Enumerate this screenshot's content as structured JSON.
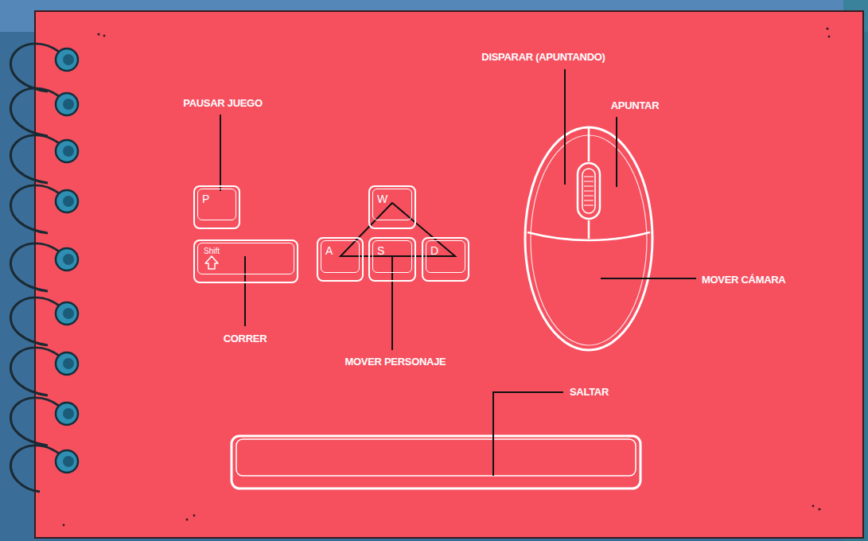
{
  "diagram": {
    "nodes": [
      {
        "text": [
          "P"
        ]
      },
      {
        "text": [
          "W"
        ]
      },
      {
        "text": [
          "Shift"
        ]
      },
      {
        "text": [
          "A"
        ]
      },
      {
        "text": [
          "S"
        ]
      },
      {
        "text": [
          "D"
        ]
      }
    ],
    "labels": [
      "DISPARAR (APUNTANDO)",
      "PAUSAR JUEGO",
      "APUNTAR",
      "MOVER CÁMARA",
      "CORRER",
      "MOVER PERSONAJE",
      "SALTAR"
    ]
  }
}
